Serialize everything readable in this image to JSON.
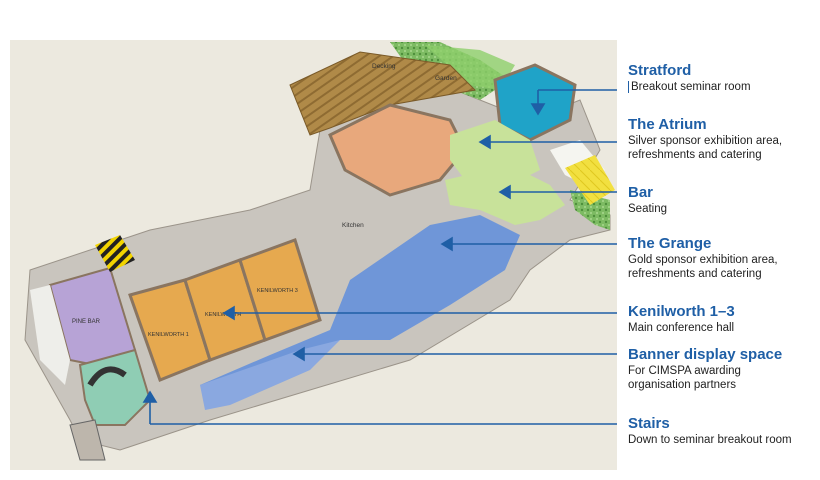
{
  "map": {
    "labels": {
      "decking": "Decking",
      "garden": "Garden",
      "kitchen": "Kitchen",
      "pine_bar": "PINE BAR",
      "kenilworth_1": "KENILWORTH 1",
      "kenilworth_2": "KENILWORTH",
      "kenilworth_3": "KENILWORTH 3"
    },
    "colors": {
      "background": "#ece9df",
      "building": "#c9c5be",
      "wall": "#8a7560",
      "stratford": "#1fa3c8",
      "atrium_bar": "#c8e29a",
      "grange": "#6f96d8",
      "kenilworth": "#e6a94f",
      "main_room": "#e8a87c",
      "pine_bar": "#b7a3d6",
      "stairs_area": "#8fcdb4",
      "decking": "#b08a48",
      "garden": "#6fb05a",
      "yellow": "#f2e040",
      "leader": "#1f5fa6"
    }
  },
  "legend": [
    {
      "title": "Stratford",
      "description": [
        "Breakout seminar room"
      ]
    },
    {
      "title": "The Atrium",
      "description": [
        "Silver sponsor exhibition area,",
        "refreshments and catering"
      ]
    },
    {
      "title": "Bar",
      "description": [
        "Seating"
      ]
    },
    {
      "title": "The Grange",
      "description": [
        "Gold sponsor exhibition area,",
        "refreshments and catering"
      ]
    },
    {
      "title": "Kenilworth 1–3",
      "description": [
        "Main conference hall"
      ]
    },
    {
      "title": "Banner display space",
      "description": [
        "For CIMSPA awarding",
        "organisation partners"
      ]
    },
    {
      "title": "Stairs",
      "description": [
        "Down to seminar breakout room"
      ]
    }
  ]
}
